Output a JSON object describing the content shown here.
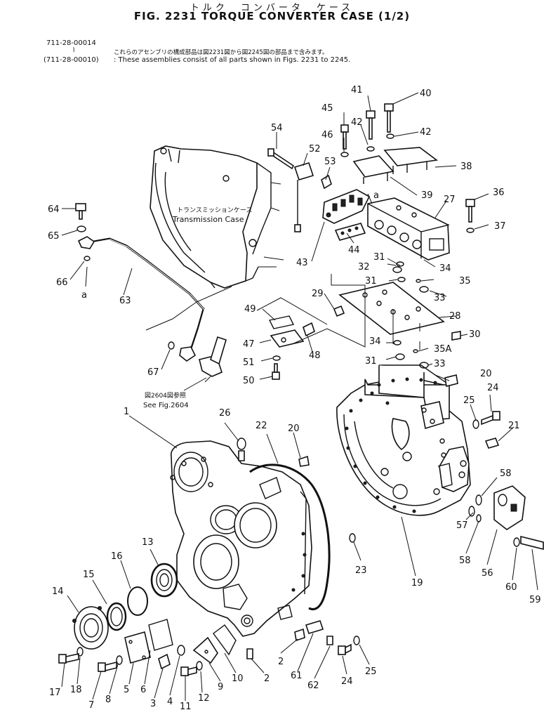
{
  "header": {
    "title_jp": "トルク　コンバータ　ケース",
    "title": "FIG. 2231  TORQUE CONVERTER CASE (1/2)",
    "part_number": "711-28-00014",
    "alt_part_number": "(711-28-00010)",
    "note_jp": "これらのアセンブリの構成部品は図2231図から図2245図の部品まで含みます。",
    "note_en": ": These assemblies consist of all parts shown in Figs. 2231 to 2245."
  },
  "callouts": {
    "transmission_jp": "トランスミッションケース",
    "transmission_en": "Transmission Case",
    "see_jp": "図2604図参照",
    "see_en": "See Fig.2604",
    "ref_a": "a"
  },
  "part_labels": [
    "1",
    "2",
    "2",
    "3",
    "4",
    "5",
    "6",
    "7",
    "8",
    "9",
    "10",
    "11",
    "12",
    "13",
    "14",
    "15",
    "16",
    "17",
    "18",
    "19",
    "20",
    "20",
    "21",
    "22",
    "23",
    "24",
    "24",
    "25",
    "25",
    "26",
    "27",
    "28",
    "29",
    "30",
    "31",
    "31",
    "31",
    "32",
    "33",
    "33",
    "34",
    "34",
    "35",
    "35A",
    "36",
    "37",
    "38",
    "39",
    "40",
    "41",
    "42",
    "42",
    "43",
    "44",
    "45",
    "46",
    "47",
    "48",
    "49",
    "50",
    "51",
    "52",
    "53",
    "54",
    "56",
    "57",
    "58",
    "58",
    "59",
    "60",
    "61",
    "62",
    "63",
    "64",
    "65",
    "66",
    "67"
  ]
}
